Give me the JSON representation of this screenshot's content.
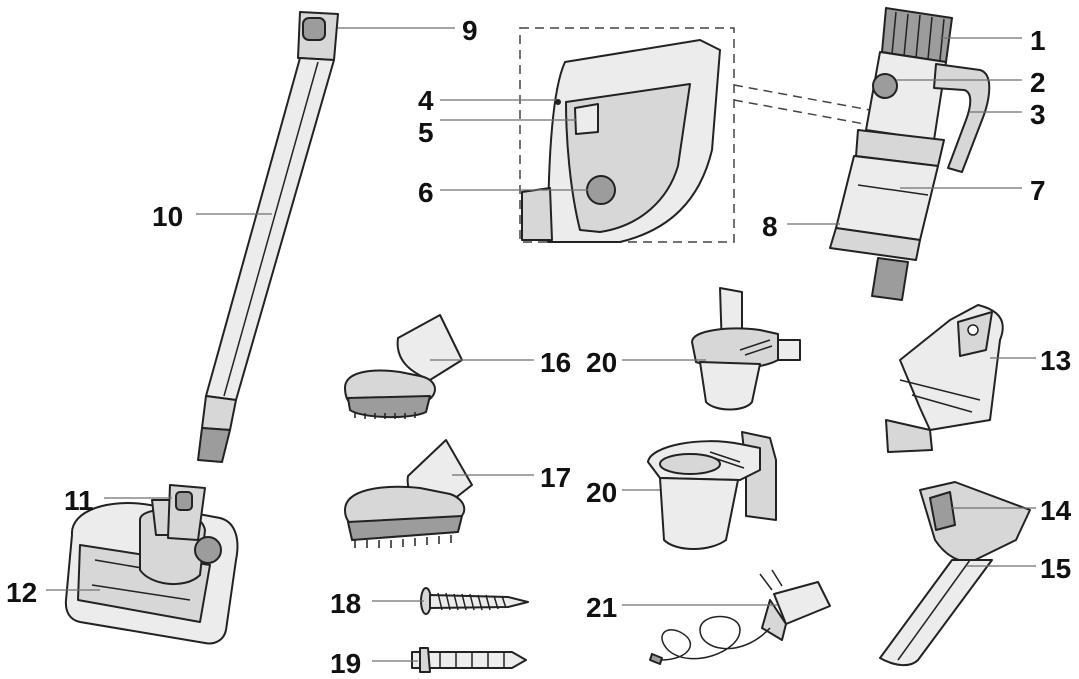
{
  "callouts": [
    {
      "id": "1",
      "label": "1"
    },
    {
      "id": "2",
      "label": "2"
    },
    {
      "id": "3",
      "label": "3"
    },
    {
      "id": "4",
      "label": "4"
    },
    {
      "id": "5",
      "label": "5"
    },
    {
      "id": "6",
      "label": "6"
    },
    {
      "id": "7",
      "label": "7"
    },
    {
      "id": "8",
      "label": "8"
    },
    {
      "id": "9",
      "label": "9"
    },
    {
      "id": "10",
      "label": "10"
    },
    {
      "id": "11",
      "label": "11"
    },
    {
      "id": "12",
      "label": "12"
    },
    {
      "id": "13",
      "label": "13"
    },
    {
      "id": "14",
      "label": "14"
    },
    {
      "id": "15",
      "label": "15"
    },
    {
      "id": "16",
      "label": "16"
    },
    {
      "id": "17",
      "label": "17"
    },
    {
      "id": "18",
      "label": "18"
    },
    {
      "id": "19",
      "label": "19"
    },
    {
      "id": "20a",
      "label": "20"
    },
    {
      "id": "20b",
      "label": "20"
    },
    {
      "id": "21",
      "label": "21"
    }
  ]
}
